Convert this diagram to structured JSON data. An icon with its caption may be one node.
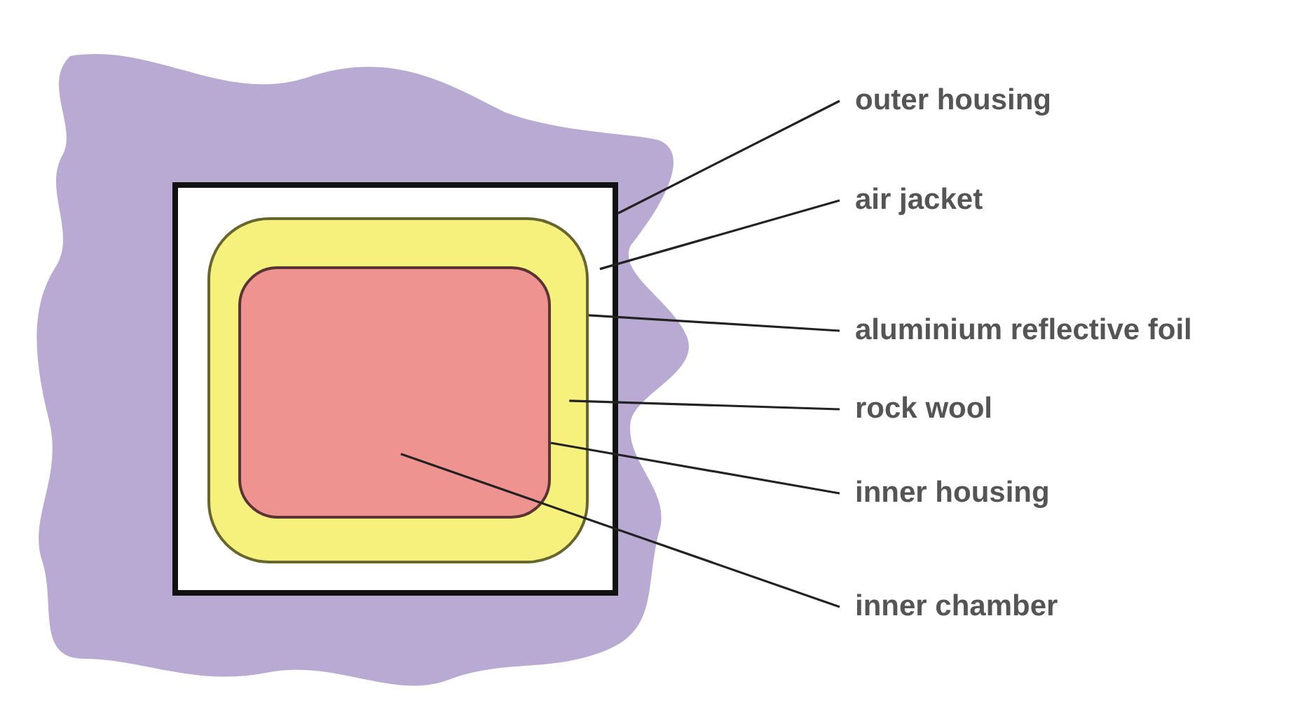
{
  "diagram": {
    "nodes": [
      {
        "text": [
          "outer housing"
        ]
      },
      {
        "text": [
          "air jacket"
        ]
      },
      {
        "text": [
          "aluminium reflective foil"
        ]
      },
      {
        "text": [
          "rock wool"
        ]
      },
      {
        "text": [
          "inner housing"
        ]
      },
      {
        "text": [
          "inner chamber"
        ]
      },
      {
        "text": [],
        "shape": "box"
      },
      {
        "text": [],
        "shape": "box",
        "in": 6
      },
      {
        "text": [],
        "shape": "box",
        "in": 7
      }
    ],
    "edges": [
      {
        "from": 0,
        "to": 6,
        "arrow": "none"
      },
      {
        "from": 1,
        "to": 6,
        "arrow": "none"
      },
      {
        "from": 2,
        "to": 7,
        "arrow": "none"
      },
      {
        "from": 3,
        "to": 7,
        "arrow": "none"
      },
      {
        "from": 4,
        "to": 8,
        "arrow": "none"
      },
      {
        "from": 5,
        "to": 8,
        "arrow": "none"
      }
    ]
  }
}
